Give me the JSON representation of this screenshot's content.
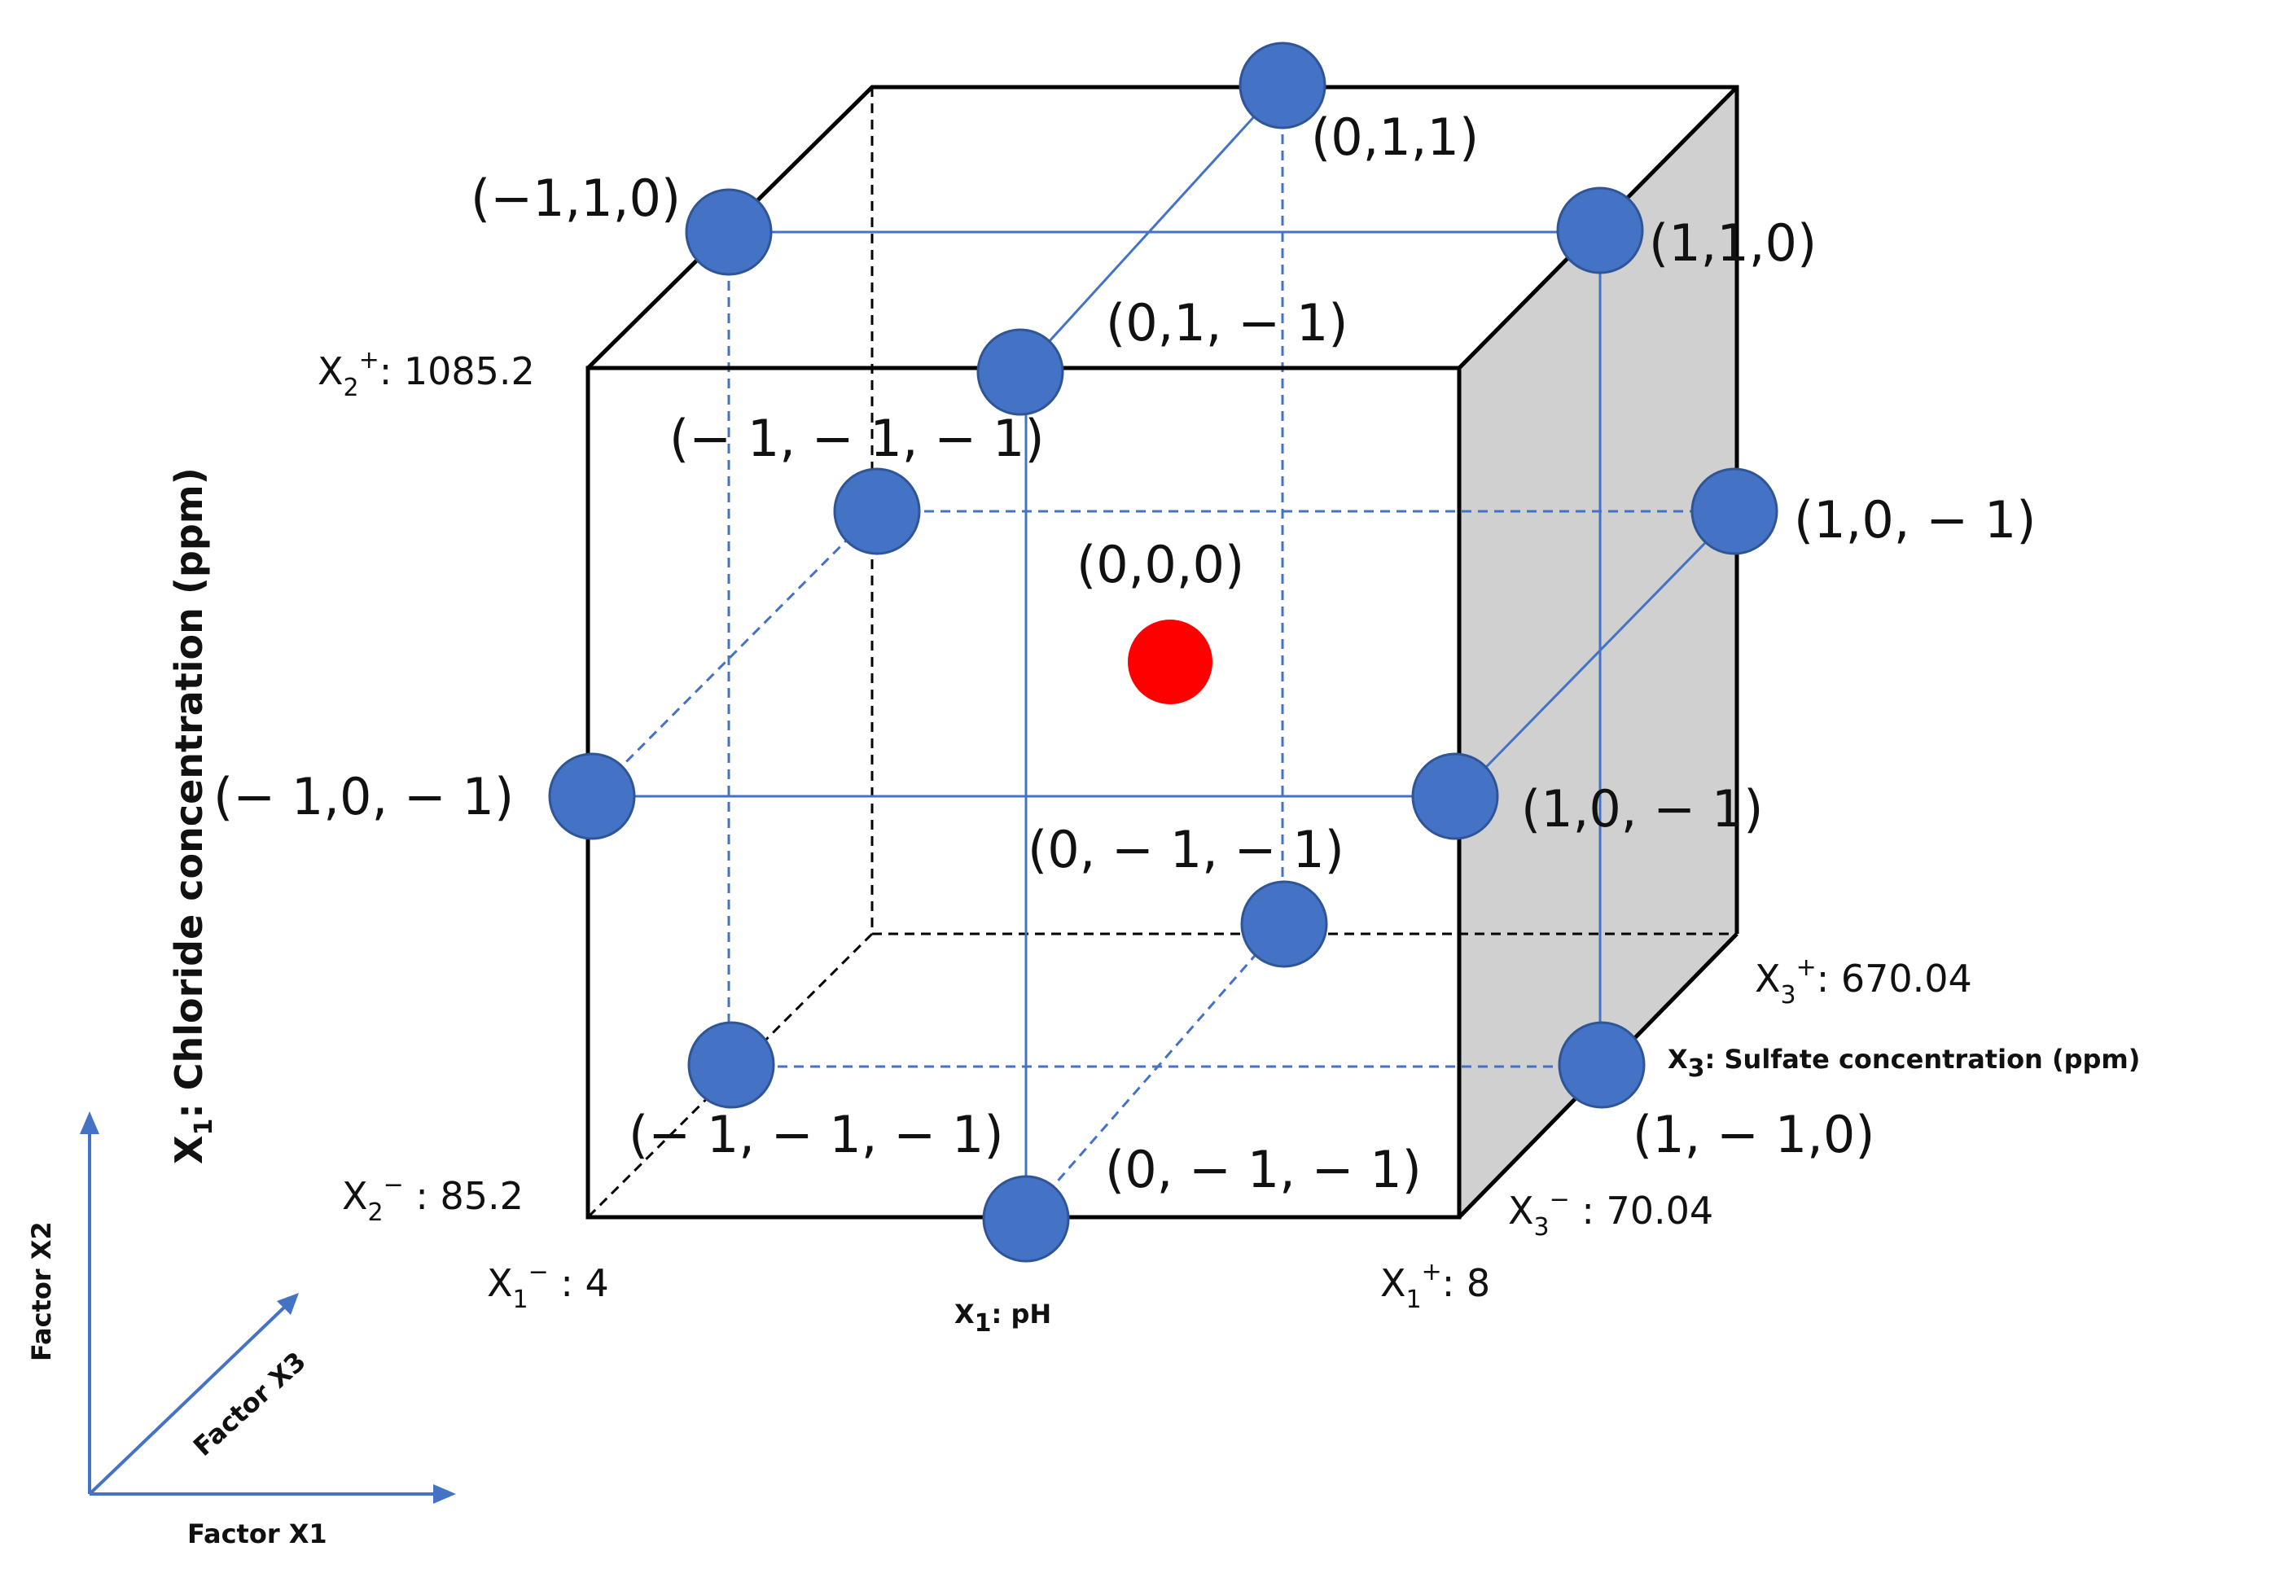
{
  "points": [
    {
      "id": "top-back-mid",
      "label": "(0,1,1)"
    },
    {
      "id": "top-left-mid",
      "label": "(−1,1,0)"
    },
    {
      "id": "top-right-mid",
      "label": "(1,1,0)"
    },
    {
      "id": "top-front-mid",
      "label": "(0,1, − 1)"
    },
    {
      "id": "back-left-mid",
      "label": "(− 1, − 1, − 1)"
    },
    {
      "id": "back-right-mid",
      "label": "(1,0, − 1)"
    },
    {
      "id": "center",
      "label": "(0,0,0)"
    },
    {
      "id": "front-left-mid",
      "label": "(− 1,0, − 1)"
    },
    {
      "id": "front-right-mid",
      "label": "(1,0, − 1)"
    },
    {
      "id": "bottom-back-mid",
      "label": "(0, − 1, − 1)"
    },
    {
      "id": "bottom-left-mid",
      "label": "(− 1, − 1, − 1)"
    },
    {
      "id": "bottom-front-mid",
      "label": "(0, − 1, − 1)"
    },
    {
      "id": "bottom-right-mid",
      "label": "(1, − 1,0)"
    }
  ],
  "limits": {
    "x2_plus": {
      "base": "X",
      "sub": "2",
      "sup": "+",
      "value": ": 1085.2"
    },
    "x2_minus": {
      "base": "X",
      "sub": "2",
      "sup": "−",
      "value": " : 85.2"
    },
    "x1_minus": {
      "base": "X",
      "sub": "1",
      "sup": "−",
      "value": " : 4"
    },
    "x1_plus": {
      "base": "X",
      "sub": "1",
      "sup": "+",
      "value": ": 8"
    },
    "x3_plus": {
      "base": "X",
      "sub": "3",
      "sup": "+",
      "value": ": 670.04"
    },
    "x3_minus": {
      "base": "X",
      "sub": "3",
      "sup": "−",
      "value": " : 70.04"
    }
  },
  "axis_titles": {
    "x1_ph": {
      "base": "X",
      "sub": "1",
      "text": ": pH"
    },
    "x3_sulfate": {
      "base": "X",
      "sub": "3",
      "text": ": Sulfate concentration (ppm)"
    },
    "chloride": {
      "base": "X",
      "sub": "1",
      "text": ": Chloride concentration (ppm)"
    }
  },
  "legend": {
    "factor_x1": "Factor X1",
    "factor_x2": "Factor X2",
    "factor_x3": "Factor X3"
  },
  "colors": {
    "design_point": "#4472C4",
    "center_point": "#FF0000",
    "guide_line": "#4472C4",
    "side_face": "#D0D0D0",
    "edge": "#000000"
  }
}
